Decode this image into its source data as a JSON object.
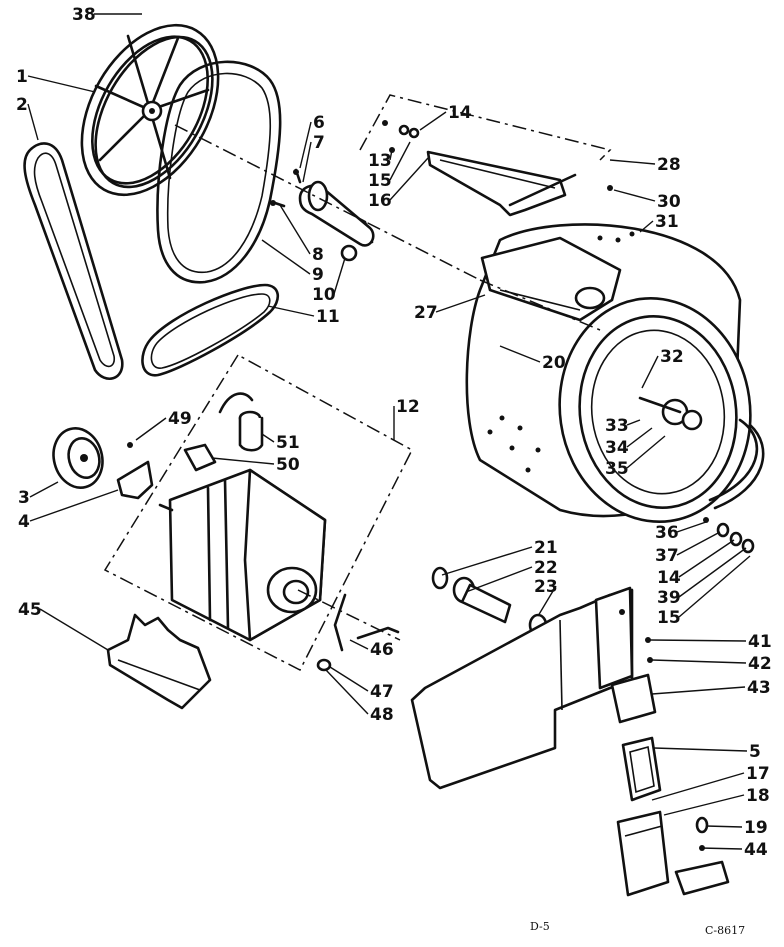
{
  "callouts": [
    "38",
    "1",
    "2",
    "6",
    "7",
    "14",
    "13",
    "15",
    "16",
    "28",
    "30",
    "31",
    "8",
    "9",
    "10",
    "11",
    "27",
    "20",
    "32",
    "33",
    "34",
    "35",
    "12",
    "49",
    "51",
    "50",
    "3",
    "4",
    "36",
    "37",
    "14",
    "39",
    "15",
    "21",
    "22",
    "23",
    "41",
    "42",
    "43",
    "5",
    "17",
    "18",
    "19",
    "44",
    "45",
    "46",
    "47",
    "48"
  ],
  "footer": {
    "page_code": "D-5",
    "drawing_code": "C-8617"
  },
  "colors": {
    "ink": "#111111",
    "paper": "#ffffff"
  }
}
